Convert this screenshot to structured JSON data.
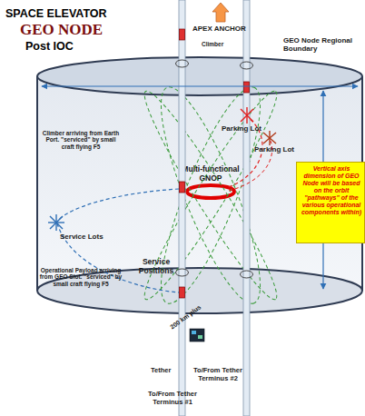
{
  "diagram": {
    "nodes": [
      {
        "text": [
          "GEO Node Regional Boundary"
        ]
      },
      {
        "text": [
          "Multi-functional GNOP"
        ],
        "in": 0
      },
      {
        "text": [
          "Vertical axis dimension of GEO Node will be based on the orbit \"pathways\" of the various operational components within)"
        ],
        "in": 0
      }
    ],
    "labels": [
      "SPACE ELEVATOR",
      "GEO NODE",
      "Post IOC",
      "APEX ANCHOR",
      "Climber",
      "Parking Lot",
      "Parking Lot",
      "Climber arriving from Earth Port. \"serviced\" by small craft flying F5",
      "Service Lots",
      "Operational Payload arriving from GEO Slot. \"serviced\" by small craft flying F5",
      "Service Positions",
      "200 km plus",
      "Tether",
      "To/From Tether Terminus #2",
      "To/From Tether Terminus #1"
    ]
  }
}
